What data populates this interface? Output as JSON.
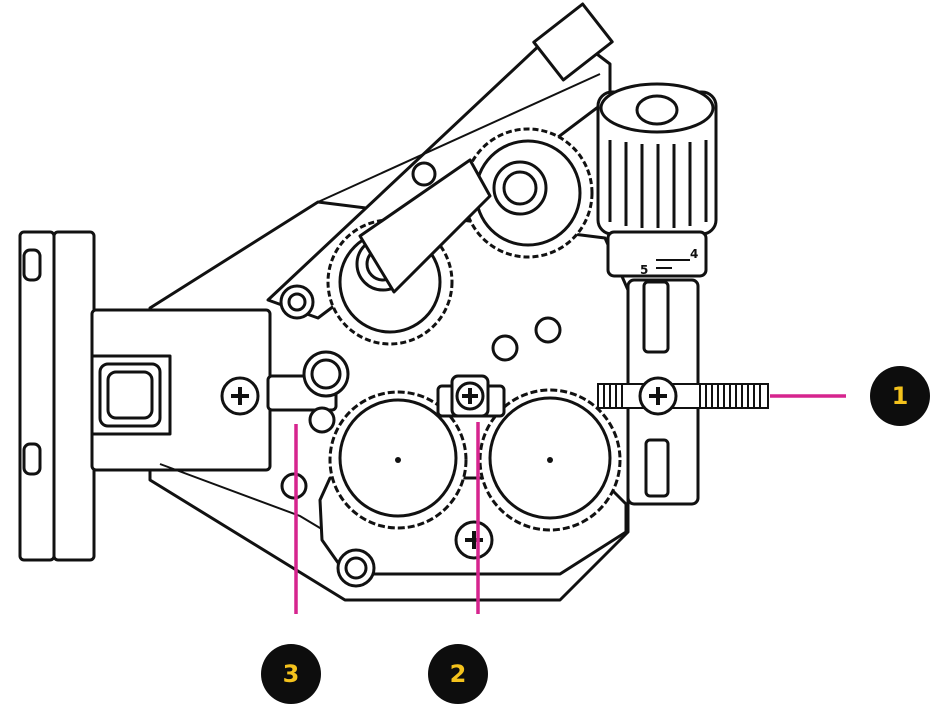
{
  "callouts": [
    {
      "id": "1",
      "label": "1"
    },
    {
      "id": "2",
      "label": "2"
    },
    {
      "id": "3",
      "label": "3"
    }
  ],
  "tension_dial": {
    "mark_upper": "4",
    "mark_lower": "5"
  },
  "colors": {
    "leader": "#d6248e",
    "badge_fill": "#0d0d0d",
    "badge_text": "#f4c21c",
    "line_art": "#111111"
  }
}
